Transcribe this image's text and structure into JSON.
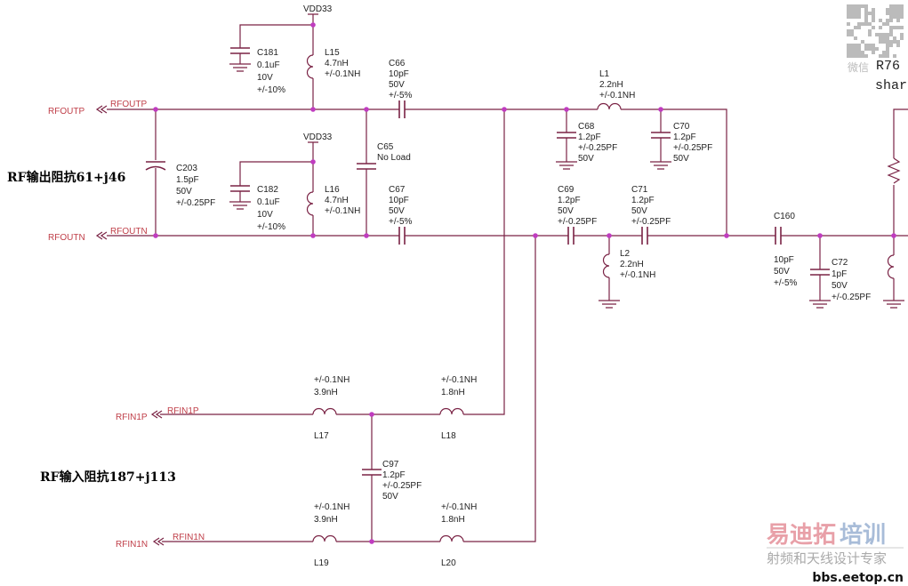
{
  "power": {
    "vdd_top": "VDD33",
    "vdd_bottom": "VDD33"
  },
  "ports": {
    "rfoutp": {
      "port": "RFOUTP",
      "net": "RFOUTP"
    },
    "rfoutn": {
      "port": "RFOUTN",
      "net": "RFOUTN"
    },
    "rfin1p": {
      "port": "RFIN1P",
      "net": "RFIN1P"
    },
    "rfin1n": {
      "port": "RFIN1N",
      "net": "RFIN1N"
    }
  },
  "notes": {
    "output_impedance": "RF输出阻抗61+j46",
    "input_impedance": "RF输入阻抗187+j113"
  },
  "components": {
    "C181": [
      "C181",
      "0.1uF",
      "10V",
      "+/-10%"
    ],
    "L15": [
      "L15",
      "4.7nH",
      "+/-0.1NH"
    ],
    "C66": [
      "C66",
      "10pF",
      "50V",
      "+/-5%"
    ],
    "C65": [
      "C65",
      "No Load"
    ],
    "C203": [
      "C203",
      "1.5pF",
      "50V",
      "+/-0.25PF"
    ],
    "C182": [
      "C182",
      "0.1uF",
      "10V",
      "+/-10%"
    ],
    "L16": [
      "L16",
      "4.7nH",
      "+/-0.1NH"
    ],
    "C67": [
      "C67",
      "10pF",
      "50V",
      "+/-5%"
    ],
    "L1": [
      "L1",
      "2.2nH",
      "+/-0.1NH"
    ],
    "C68": [
      "C68",
      "1.2pF",
      "+/-0.25PF",
      "50V"
    ],
    "C70": [
      "C70",
      "1.2pF",
      "+/-0.25PF",
      "50V"
    ],
    "C69": [
      "C69",
      "1.2pF",
      "50V",
      "+/-0.25PF"
    ],
    "C71": [
      "C71",
      "1.2pF",
      "50V",
      "+/-0.25PF"
    ],
    "L2": [
      "L2",
      "2.2nH",
      "+/-0.1NH"
    ],
    "C160": [
      "C160"
    ],
    "C160_val": [
      "10pF",
      "50V",
      "+/-5%"
    ],
    "C72": [
      "C72",
      "1pF",
      "50V",
      "+/-0.25PF"
    ],
    "L17": [
      "+/-0.1NH",
      "3.9nH"
    ],
    "L17_ref": [
      "L17"
    ],
    "L18": [
      "+/-0.1NH",
      "1.8nH"
    ],
    "L18_ref": [
      "L18"
    ],
    "C97": [
      "C97",
      "1.2pF",
      "+/-0.25PF",
      "50V"
    ],
    "L19": [
      "+/-0.1NH",
      "3.9nH"
    ],
    "L19_ref": [
      "L19"
    ],
    "L20": [
      "+/-0.1NH",
      "1.8nH"
    ],
    "L20_ref": [
      "L20"
    ]
  },
  "watermark": {
    "qr_caption": "微信",
    "partial_ref": "R76",
    "partial_text": "shar",
    "logo_main_red": "易迪拓",
    "logo_main_blue": "培训",
    "logo_sub": "射频和天线设计专家",
    "logo_url": "bbs.eetop.cn"
  },
  "colors": {
    "wire": "#7a2345",
    "junction": "#c03cc0",
    "net_label": "#c0404a"
  }
}
